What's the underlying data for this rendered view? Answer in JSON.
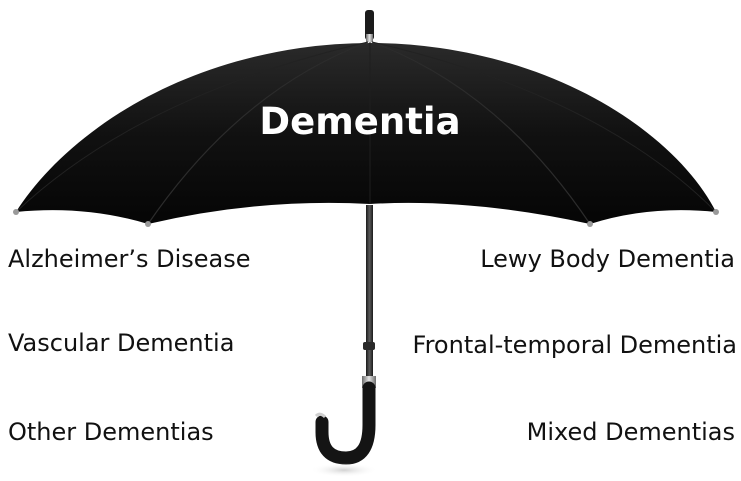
{
  "diagram": {
    "title": "Dementia",
    "left_items": [
      "Alzheimer’s Disease",
      "Vascular Dementia",
      "Other Dementias"
    ],
    "right_items": [
      "Lewy Body Dementia",
      "Frontal-temporal Dementia",
      "Mixed Dementias"
    ]
  },
  "colors": {
    "canopy": "#0d0d0d",
    "text": "#111111",
    "title": "#ffffff",
    "background": "#ffffff"
  },
  "icons": {
    "umbrella": "umbrella-icon"
  }
}
